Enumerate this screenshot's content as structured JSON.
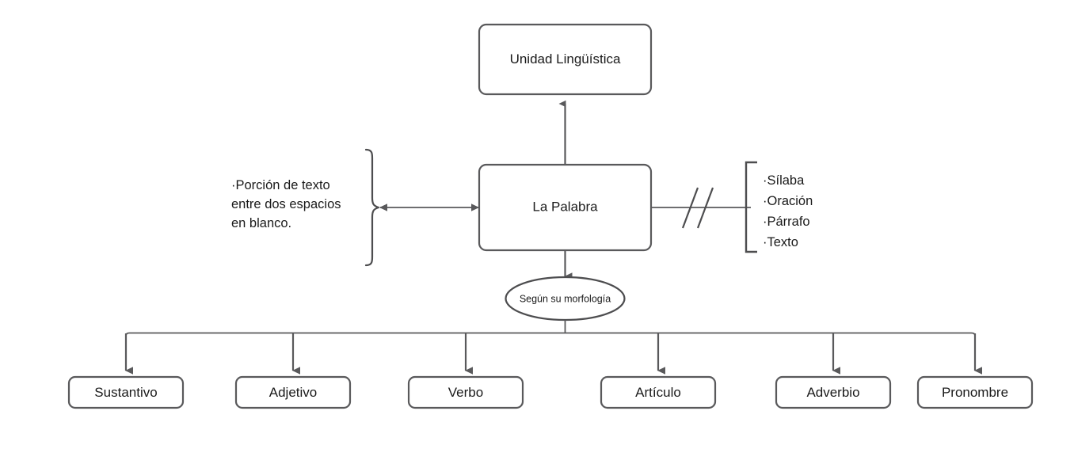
{
  "diagram": {
    "title_node": {
      "label": "Unidad Lingüística",
      "name": "unidad-linguistica-node"
    },
    "central_node": {
      "label": "La Palabra",
      "name": "la-palabra-node"
    },
    "criteria_node": {
      "label": "Según su morfología",
      "name": "segun-su-morfologia-node"
    },
    "definition": {
      "lines": [
        "·Porción de texto",
        "entre dos espacios",
        "en blanco."
      ]
    },
    "related_units": {
      "items": [
        "·Sílaba",
        "·Oración",
        "·Párrafo",
        "·Texto"
      ],
      "separator_glyph": "//"
    },
    "categories": [
      {
        "label": "Sustantivo"
      },
      {
        "label": "Adjetivo"
      },
      {
        "label": "Verbo"
      },
      {
        "label": "Artículo"
      },
      {
        "label": "Adverbio"
      },
      {
        "label": "Pronombre"
      }
    ],
    "colors": {
      "stroke": "#59595b",
      "text": "#1a1a1a",
      "fill": "#ffffff",
      "background": "#ffffff"
    }
  }
}
